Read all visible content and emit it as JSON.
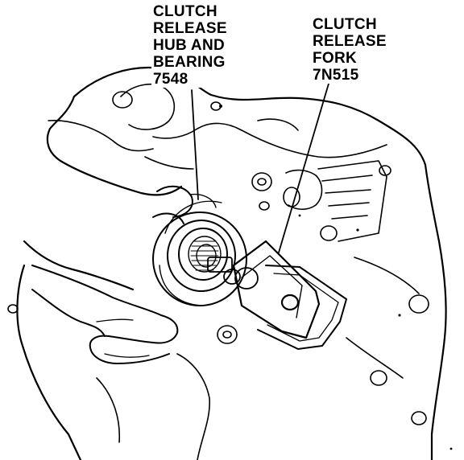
{
  "callouts": {
    "hub": {
      "lines": [
        "CLUTCH",
        "RELEASE",
        "HUB AND",
        "BEARING",
        "7548"
      ]
    },
    "fork": {
      "lines": [
        "CLUTCH",
        "RELEASE",
        "FORK",
        "7N515"
      ]
    }
  },
  "colors": {
    "ink": "#000000",
    "paper": "#ffffff"
  }
}
